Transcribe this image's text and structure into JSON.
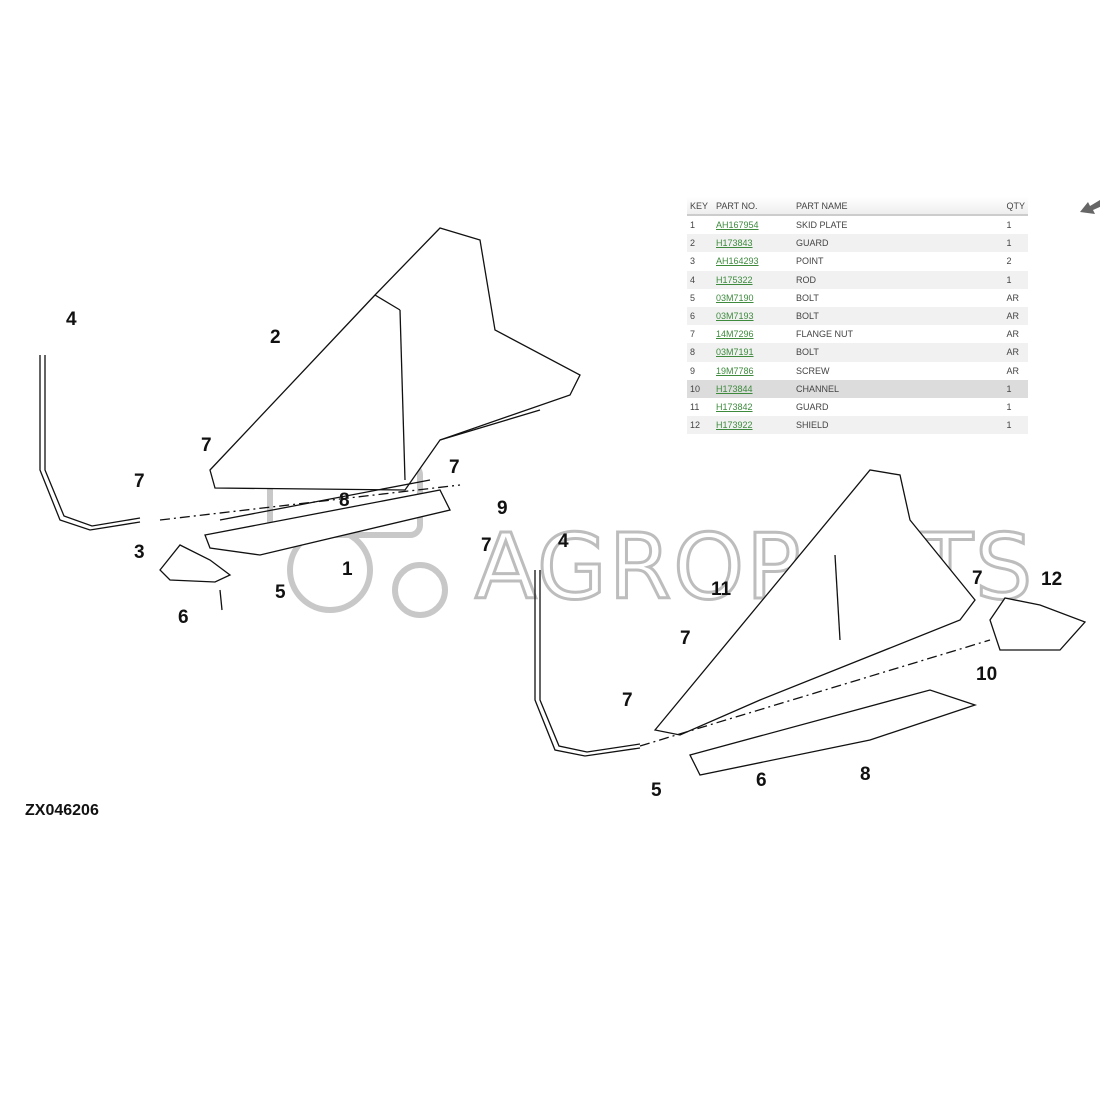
{
  "table": {
    "headers": {
      "key": "KEY",
      "part_no": "PART NO.",
      "part_name": "PART NAME",
      "qty": "QTY"
    },
    "rows": [
      {
        "key": "1",
        "part_no": "AH167954",
        "part_name": "SKID PLATE",
        "qty": "1"
      },
      {
        "key": "2",
        "part_no": "H173843",
        "part_name": "GUARD",
        "qty": "1"
      },
      {
        "key": "3",
        "part_no": "AH164293",
        "part_name": "POINT",
        "qty": "2"
      },
      {
        "key": "4",
        "part_no": "H175322",
        "part_name": "ROD",
        "qty": "1"
      },
      {
        "key": "5",
        "part_no": "03M7190",
        "part_name": "BOLT",
        "qty": "AR"
      },
      {
        "key": "6",
        "part_no": "03M7193",
        "part_name": "BOLT",
        "qty": "AR"
      },
      {
        "key": "7",
        "part_no": "14M7296",
        "part_name": "FLANGE NUT",
        "qty": "AR"
      },
      {
        "key": "8",
        "part_no": "03M7191",
        "part_name": "BOLT",
        "qty": "AR"
      },
      {
        "key": "9",
        "part_no": "19M7786",
        "part_name": "SCREW",
        "qty": "AR"
      },
      {
        "key": "10",
        "part_no": "H173844",
        "part_name": "CHANNEL",
        "qty": "1"
      },
      {
        "key": "11",
        "part_no": "H173842",
        "part_name": "GUARD",
        "qty": "1"
      },
      {
        "key": "12",
        "part_no": "H173922",
        "part_name": "SHIELD",
        "qty": "1"
      }
    ]
  },
  "diagram": {
    "code": "ZX046206",
    "watermark": "AGROPARTS",
    "callouts_left": [
      "4",
      "2",
      "7",
      "7",
      "7",
      "8",
      "9",
      "7",
      "3",
      "1",
      "5",
      "6"
    ],
    "callouts_right": [
      "4",
      "11",
      "7",
      "12",
      "7",
      "10",
      "7",
      "5",
      "6",
      "8"
    ]
  },
  "colors": {
    "link": "#3d8a3d",
    "highlight_row": "#dcdcdc"
  }
}
